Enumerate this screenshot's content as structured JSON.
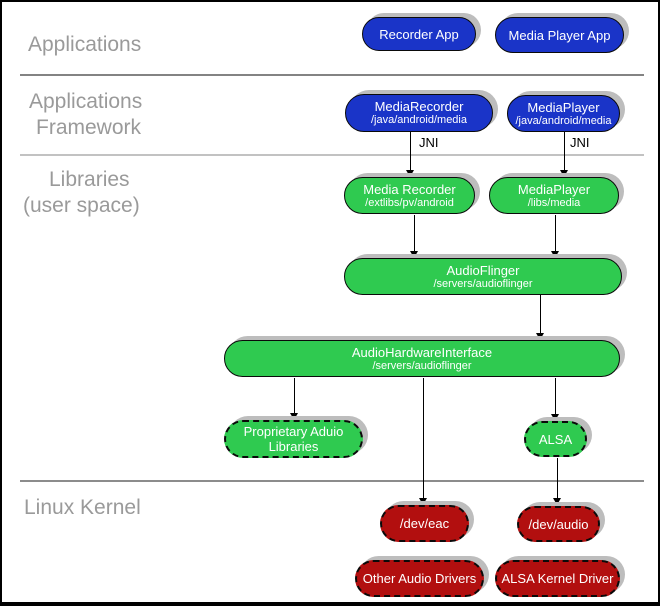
{
  "layers": {
    "applications": {
      "label": "Applications"
    },
    "framework": {
      "line1": "Applications",
      "line2": "Framework"
    },
    "libraries": {
      "line1": "Libraries",
      "line2": "(user space)"
    },
    "kernel": {
      "label": "Linux Kernel"
    }
  },
  "connectors": {
    "jni_label": "JNI"
  },
  "boxes": {
    "recorder_app": {
      "title": "Recorder App"
    },
    "media_player_app": {
      "title": "Media Player App"
    },
    "media_recorder_fw": {
      "title": "MediaRecorder",
      "path": "/java/android/media"
    },
    "media_player_fw": {
      "title": "MediaPlayer",
      "path": "/java/android/media"
    },
    "media_recorder_lib": {
      "title": "Media Recorder",
      "path": "/extlibs/pv/android"
    },
    "media_player_lib": {
      "title": "MediaPlayer",
      "path": "/libs/media"
    },
    "audioflinger": {
      "title": "AudioFlinger",
      "path": "/servers/audioflinger"
    },
    "audio_hardware_interface": {
      "title": "AudioHardwareInterface",
      "path": "/servers/audioflinger"
    },
    "proprietary_audio_libraries": {
      "line1": "Proprietary Aduio",
      "line2": "Libraries"
    },
    "alsa": {
      "title": "ALSA"
    },
    "dev_eac": {
      "title": "/dev/eac"
    },
    "dev_audio": {
      "title": "/dev/audio"
    },
    "other_audio_drivers": {
      "title": "Other Audio Drivers"
    },
    "alsa_kernel_driver": {
      "title": "ALSA Kernel Driver"
    }
  },
  "colors": {
    "app_blue": "#1a34c8",
    "lib_green": "#2fca50",
    "kernel_red": "#b20f0f",
    "shadow_gray": "#bdbdbd",
    "label_gray": "#9a9a9a"
  }
}
